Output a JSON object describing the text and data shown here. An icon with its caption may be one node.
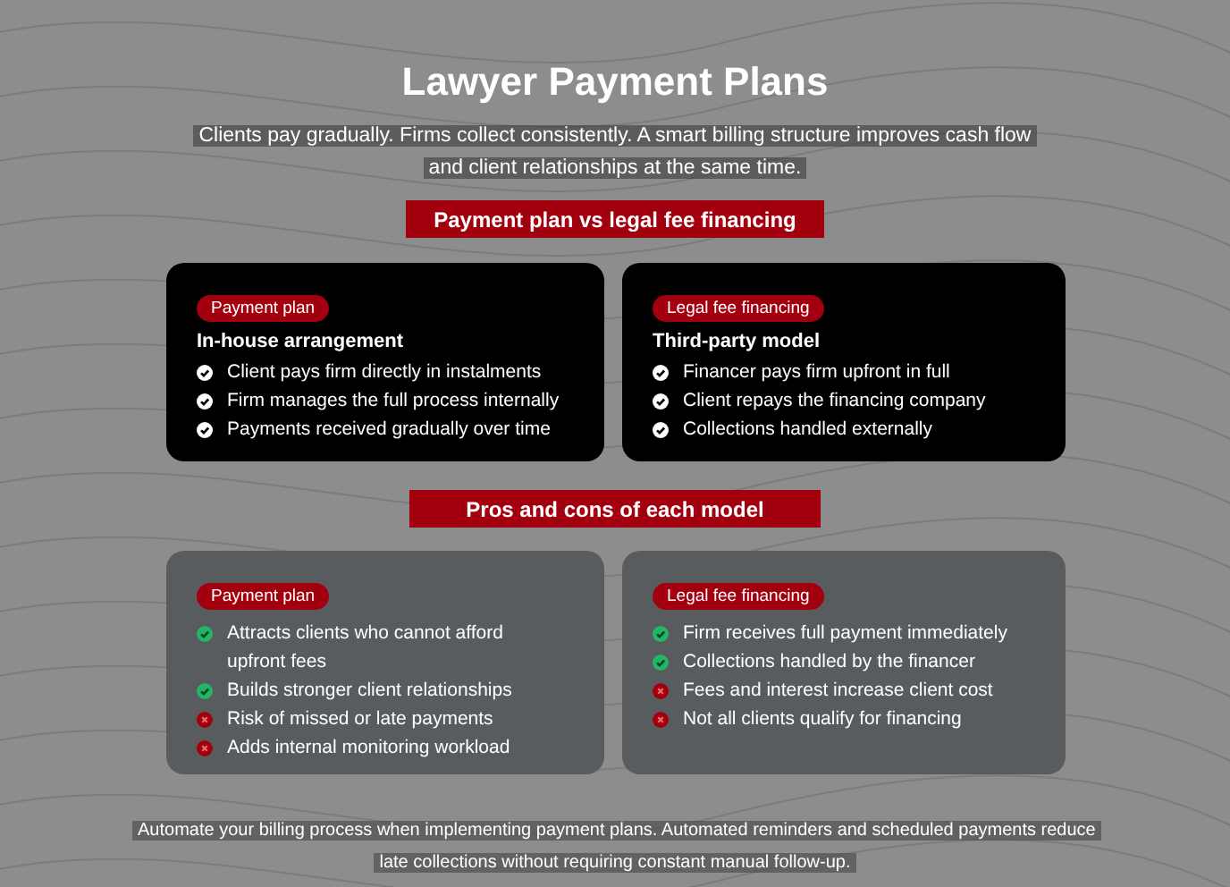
{
  "diagram": {
    "title": "Lawyer Payment Plans",
    "nodes": [
      {
        "text": [
          "Payment plan vs legal fee financing"
        ]
      },
      {
        "text": [
          "Payment plan",
          "In-house arrangement",
          "Client pays firm directly in instalments",
          "Firm manages the full process internally",
          "Payments received gradually over time"
        ]
      },
      {
        "text": [
          "Legal fee financing",
          "Third-party model",
          "Financer pays firm upfront in full",
          "Client repays the financing company",
          "Collections handled externally"
        ]
      },
      {
        "text": [
          "Pros and cons of each model"
        ]
      },
      {
        "text": [
          "Payment plan",
          "Attracts clients who cannot afford upfront fees",
          "Builds stronger client relationships",
          "Risk of missed or late payments",
          "Adds internal monitoring workload"
        ]
      },
      {
        "text": [
          "Legal fee financing",
          "Firm receives full payment immediately",
          "Collections handled by the financer",
          "Fees and interest increase client cost",
          "Not all clients qualify for financing"
        ]
      }
    ],
    "labels": [
      "Clients pay gradually. Firms collect consistently. A smart billing structure improves cash flow and client relationships at the same time.",
      "Automate your billing process when implementing payment plans. Automated reminders and scheduled payments reduce late collections without requiring constant manual follow-up."
    ]
  }
}
